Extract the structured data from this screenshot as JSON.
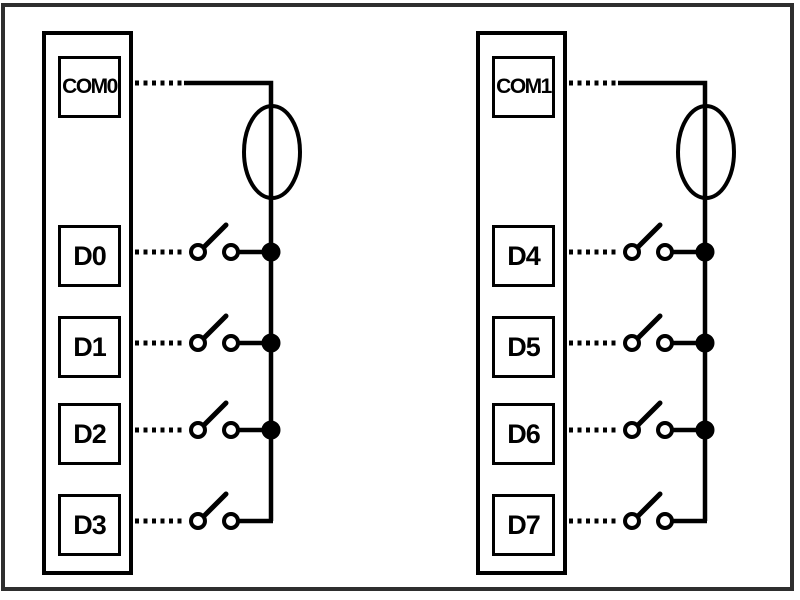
{
  "diagram": {
    "type": "wiring-diagram",
    "colors": {
      "line": "#000000",
      "text": "#000000",
      "frame": "#2e2e2e",
      "background": "#ffffff"
    },
    "icons": {
      "current_source": "current-source-icon",
      "switch": "spst-switch-icon",
      "junction": "junction-dot-icon"
    },
    "groups": [
      {
        "com_label": "COM0",
        "channel_labels": [
          "D0",
          "D1",
          "D2",
          "D3"
        ]
      },
      {
        "com_label": "COM1",
        "channel_labels": [
          "D4",
          "D5",
          "D6",
          "D7"
        ]
      }
    ]
  }
}
